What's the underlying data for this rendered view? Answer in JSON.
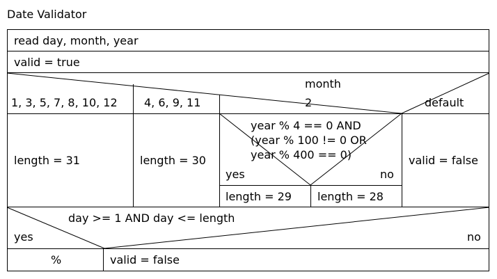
{
  "title": "Date Validator",
  "steps": {
    "read": "read day, month, year",
    "init": "valid = true"
  },
  "month_switch": {
    "selector": "month",
    "cases": [
      "1, 3, 5, 7, 8, 10, 12",
      "4, 6, 9, 11",
      "2",
      "default"
    ],
    "case_31": "length = 31",
    "case_30": "length = 30",
    "leap_condition": [
      "year % 4 == 0 AND",
      "(year % 100 != 0 OR",
      "year % 400 == 0)"
    ],
    "leap_yes": "yes",
    "leap_no": "no",
    "leap_yes_action": "length = 29",
    "leap_no_action": "length = 28",
    "default_action": "valid = false"
  },
  "day_check": {
    "condition": "day >= 1 AND day <= length",
    "yes": "yes",
    "no": "no",
    "yes_action": "%",
    "no_action": "valid = false"
  }
}
